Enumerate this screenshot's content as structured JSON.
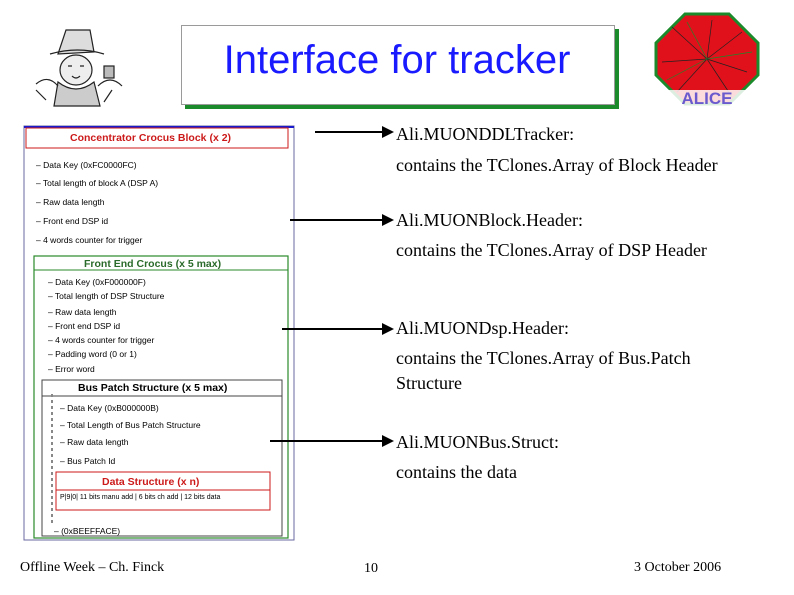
{
  "title": "Interface for tracker",
  "logos": {
    "left": "mad-hatter-logo",
    "right": "alice-logo",
    "right_text": "ALICE"
  },
  "diagram": {
    "concentrator_title": "Concentrator Crocus Block  (x 2)",
    "concentrator_items": [
      "– Data Key (0xFC0000FC)",
      "– Total length of block A (DSP A)",
      "– Raw data length",
      "– Front end DSP id",
      "– 4 words counter for trigger"
    ],
    "frontend_title": "Front End Crocus (x 5 max)",
    "frontend_items": [
      "– Data Key (0xF000000F)",
      "– Total length of DSP Structure",
      "– Raw data length",
      "– Front end DSP id",
      "– 4 words counter for trigger",
      "– Padding word (0 or 1)",
      "– Error word"
    ],
    "buspatch_title": "Bus Patch Structure  (x 5 max)",
    "buspatch_items": [
      "– Data Key (0xB000000B)",
      "– Total Length of Bus Patch Structure",
      "– Raw data length",
      "– Bus Patch Id"
    ],
    "datastruct_title": "Data Structure  (x n)",
    "datastruct_fields": "P|9|0| 11 bits manu add | 6 bits ch add | 12 bits data",
    "end_key": "– (0xBEEFFACE)"
  },
  "entries": [
    {
      "name": "Ali.MUONDDLTracker:",
      "desc": "contains the TClones.Array of Block Header"
    },
    {
      "name": "Ali.MUONBlock.Header:",
      "desc": "contains the TClones.Array of DSP Header"
    },
    {
      "name": "Ali.MUONDsp.Header:",
      "desc": "contains the TClones.Array of Bus.Patch",
      "desc2": "Structure"
    },
    {
      "name": "Ali.MUONBus.Struct:",
      "desc": "contains the data"
    }
  ],
  "footer": {
    "left": "Offline Week – Ch. Finck",
    "page": "10",
    "date": "3 October 2006"
  },
  "colors": {
    "title": "#1a1aff",
    "title_shadow": "#1a8a2a",
    "diagram_border": "#2a8a2a",
    "diagram_accent_blue": "#1a1acc",
    "diagram_accent_red": "#cc1a1a"
  }
}
